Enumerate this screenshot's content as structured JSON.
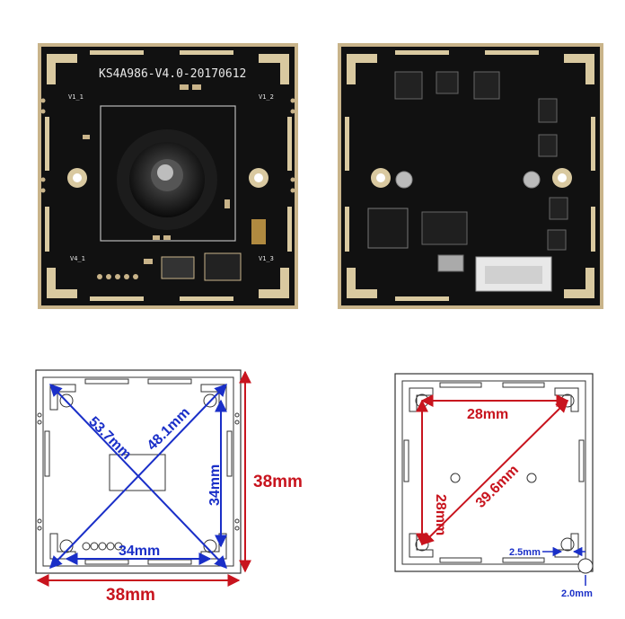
{
  "boards": {
    "front_label": "KS4A986-V4.0-20170612",
    "corner_labels": [
      "V1_1",
      "V1_2",
      "V4_1",
      "V1_3"
    ]
  },
  "diagram_left": {
    "diagonal_1": "53.7mm",
    "diagonal_2": "48.1mm",
    "inner_vertical": "34mm",
    "inner_horizontal": "34mm",
    "outer_height": "38mm",
    "outer_width": "38mm"
  },
  "diagram_right": {
    "top_span": "28mm",
    "left_span": "28mm",
    "diagonal": "39.6mm",
    "hole_diameter": "2.5mm",
    "edge_offset": "2.0mm"
  },
  "colors": {
    "blue": "#1a2fc8",
    "red": "#c8141e",
    "pcb": "#111111",
    "gold": "#c9b48a"
  }
}
